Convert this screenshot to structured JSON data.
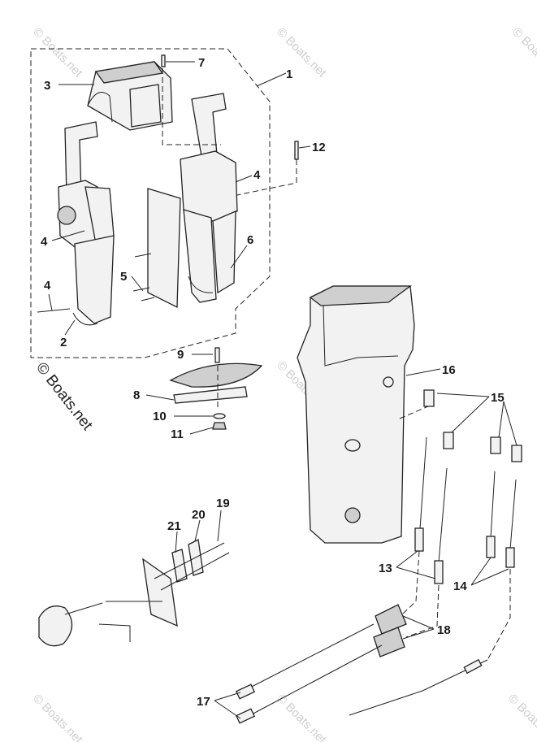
{
  "watermark": "© Boats.net",
  "callouts": {
    "c1": "1",
    "c2": "2",
    "c3": "3",
    "c4a": "4",
    "c4b": "4",
    "c4c": "4",
    "c5": "5",
    "c6": "6",
    "c7": "7",
    "c8": "8",
    "c9": "9",
    "c10": "10",
    "c11": "11",
    "c12": "12",
    "c13": "13",
    "c14": "14",
    "c15": "15",
    "c16": "16",
    "c17": "17",
    "c18": "18",
    "c19": "19",
    "c20": "20",
    "c21": "21"
  },
  "colors": {
    "line": "#222222",
    "fill": "#f2f2f2",
    "watermark": "#cfcfcf"
  }
}
